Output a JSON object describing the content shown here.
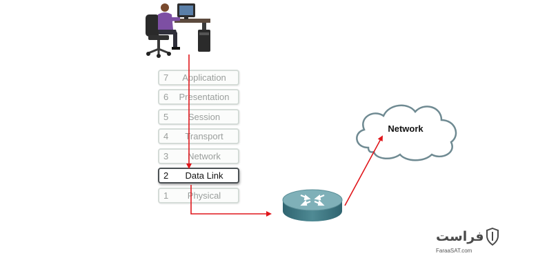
{
  "osi_layers": [
    {
      "number": "7",
      "name": "Application",
      "active": false
    },
    {
      "number": "6",
      "name": "Presentation",
      "active": false
    },
    {
      "number": "5",
      "name": "Session",
      "active": false
    },
    {
      "number": "4",
      "name": "Transport",
      "active": false
    },
    {
      "number": "3",
      "name": "Network",
      "active": false
    },
    {
      "number": "2",
      "name": "Data Link",
      "active": true
    },
    {
      "number": "1",
      "name": "Physical",
      "active": false
    }
  ],
  "cloud": {
    "label": "Network"
  },
  "watermark": {
    "brand": "فراست",
    "site": "FaraaSAT.com"
  },
  "colors": {
    "arrow": "#e0161b",
    "router": "#4f8a94",
    "cloud_stroke": "#6f8a92",
    "active_border": "#4b5154"
  },
  "icons": {
    "computer_user": "person-at-desk-icon",
    "router": "router-icon",
    "cloud": "cloud-icon",
    "shield": "shield-icon"
  }
}
